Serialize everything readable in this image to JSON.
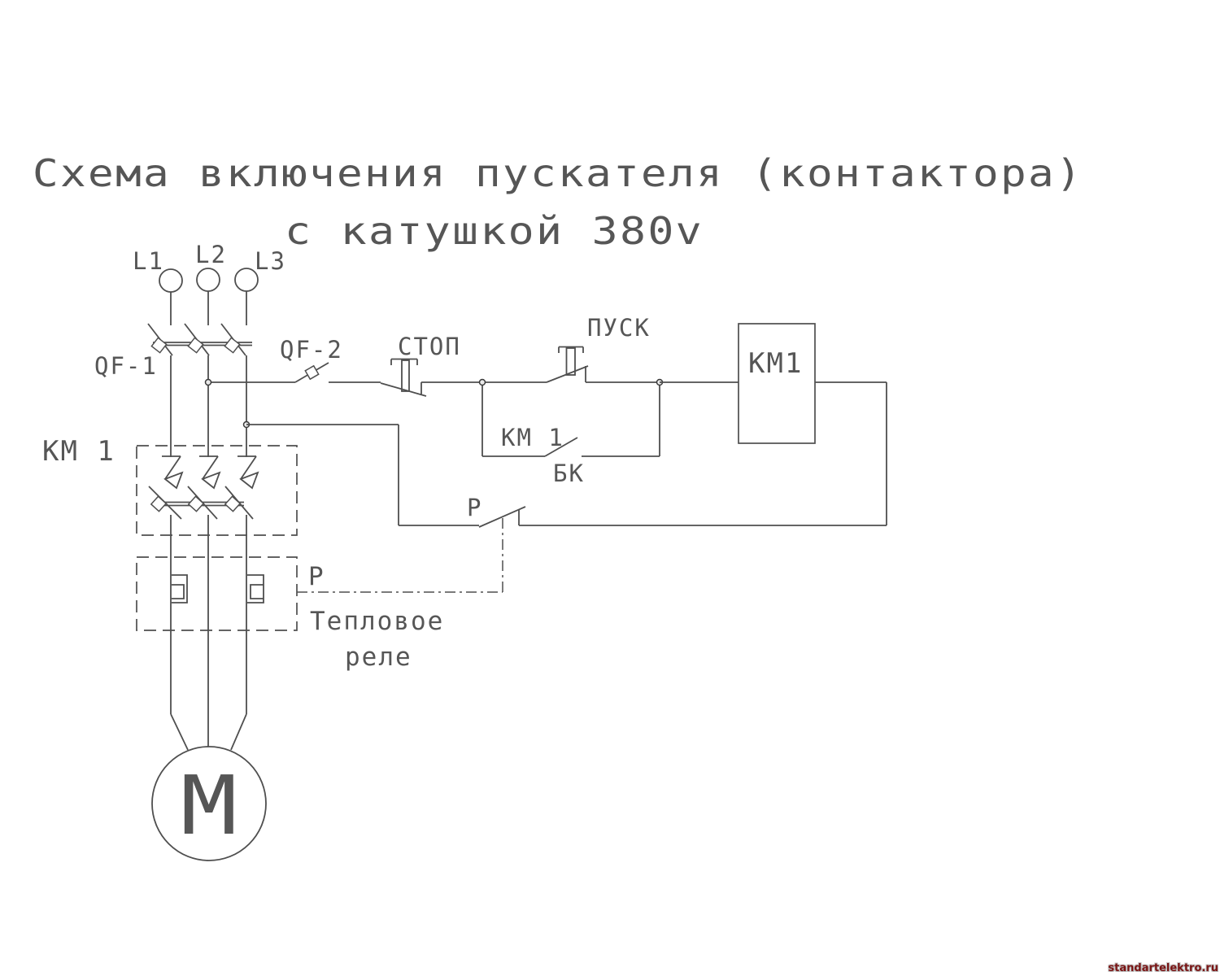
{
  "title": {
    "line1": "Схема включения пускателя (контактора)",
    "line2": "с катушкой 380v",
    "color": "#3cb43c"
  },
  "phase_lamps": {
    "l1": {
      "label": "L1",
      "color": "#f0e400",
      "outline": "#8f8a00"
    },
    "l2": {
      "label": "L2",
      "color": "#0ccf1e",
      "outline": "#0a8a14"
    },
    "l3": {
      "label": "L3",
      "color": "#d41616",
      "outline": "#8a0e0e"
    }
  },
  "breakers": {
    "qf1_label": "QF-1",
    "qf2_label": "QF-2"
  },
  "buttons": {
    "stop": {
      "label": "СТОП",
      "label_color": "#86222e",
      "button_color": "#d01212"
    },
    "start": {
      "label": "ПУСК",
      "label_color": "#1eb22a",
      "button_color": "#1ec832"
    }
  },
  "contactor": {
    "main_contacts_label": "КМ 1",
    "coil_label": "КМ1",
    "aux_contact_label": "КМ 1",
    "aux_contact_sub_label": "БК"
  },
  "thermal_relay": {
    "control_contact_label": "Р",
    "relay_label": "Р",
    "name_line1": "Тепловое",
    "name_line2": "реле"
  },
  "motor": {
    "label": "М"
  },
  "watermark": {
    "text": "standartelektro.ru",
    "color": "#7a1414"
  }
}
